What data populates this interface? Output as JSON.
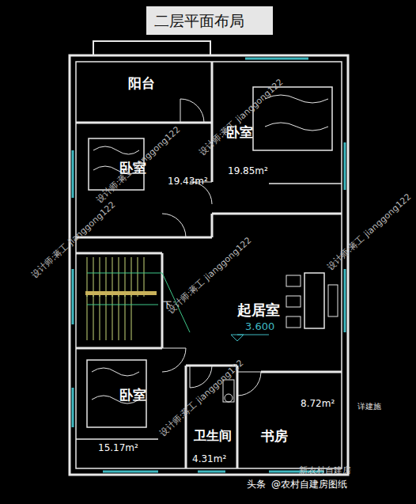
{
  "diagram": {
    "title": "二层平面布局",
    "nodes": [
      {
        "text": [
          "阳台"
        ]
      },
      {
        "text": [
          "卧室",
          "19.85m²"
        ]
      },
      {
        "text": [
          "卧室",
          "19.43m²"
        ]
      },
      {
        "text": [
          "起居室",
          "3.600"
        ]
      },
      {
        "text": [
          "卧室",
          "15.17m²"
        ]
      },
      {
        "text": [
          "卫生间",
          "4.31m²"
        ]
      },
      {
        "text": [
          "书房",
          "8.72m²"
        ]
      }
    ],
    "labels": [
      "下",
      "详建施",
      "设计师:蒋工 jianggong122",
      "设计师:蒋工 jianggong122",
      "设计师:蒋工 jianggong122",
      "设计师:蒋工 jianggong122",
      "设计师:蒋工 jianggong122",
      "设计师:蒋工 jianggong122",
      "头条",
      "@农村自建房图纸",
      "新农村自建房"
    ]
  }
}
